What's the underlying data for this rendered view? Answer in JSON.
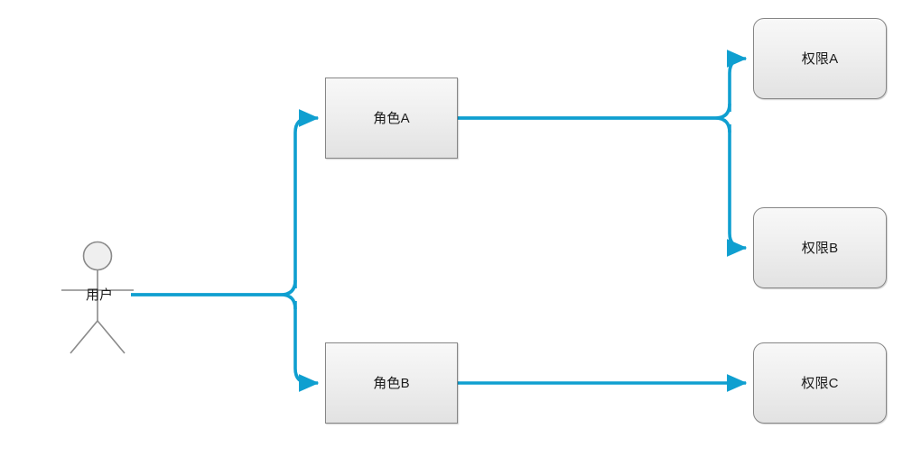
{
  "diagram": {
    "type": "rbac-permission-flow",
    "background_color": "#ffffff",
    "edge_color": "#0f9fd0",
    "node_border_color": "#868686",
    "node_text_color": "#1a1a1a",
    "actor": {
      "name": "actor-user",
      "label": "用户",
      "shape": "stick-figure"
    },
    "roles": [
      {
        "id": "role-a",
        "label": "角色A",
        "shape": "rectangle"
      },
      {
        "id": "role-b",
        "label": "角色B",
        "shape": "rectangle"
      }
    ],
    "permissions": [
      {
        "id": "perm-a",
        "label": "权限A",
        "shape": "rounded-rectangle"
      },
      {
        "id": "perm-b",
        "label": "权限B",
        "shape": "rounded-rectangle"
      },
      {
        "id": "perm-c",
        "label": "权限C",
        "shape": "rounded-rectangle"
      }
    ],
    "edges": [
      {
        "id": "edge-user-role-a",
        "from": "用户",
        "to": "角色A",
        "arrow": true
      },
      {
        "id": "edge-user-role-b",
        "from": "用户",
        "to": "角色B",
        "arrow": true
      },
      {
        "id": "edge-role-a-perm-a",
        "from": "角色A",
        "to": "权限A",
        "arrow": true
      },
      {
        "id": "edge-role-a-perm-b",
        "from": "角色A",
        "to": "权限B",
        "arrow": true
      },
      {
        "id": "edge-role-b-perm-c",
        "from": "角色B",
        "to": "权限C",
        "arrow": true
      }
    ]
  }
}
